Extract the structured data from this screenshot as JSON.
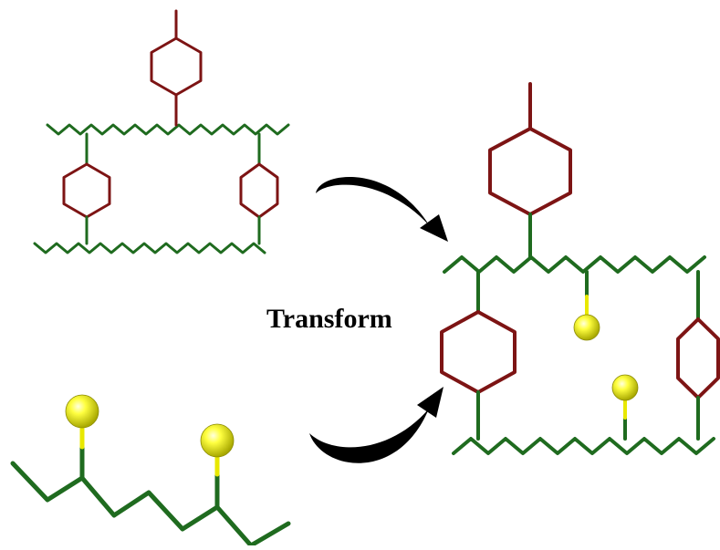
{
  "transform_label": "Transform",
  "colors": {
    "backbone": "#1f6b1f",
    "ring": "#7d1414",
    "linker": "#e8e800",
    "arrow": "#000000",
    "background": "#ffffff"
  },
  "parts": {
    "top_left": "network-fragment",
    "bottom_left": "sidechain-fragment",
    "right": "combined-network"
  }
}
